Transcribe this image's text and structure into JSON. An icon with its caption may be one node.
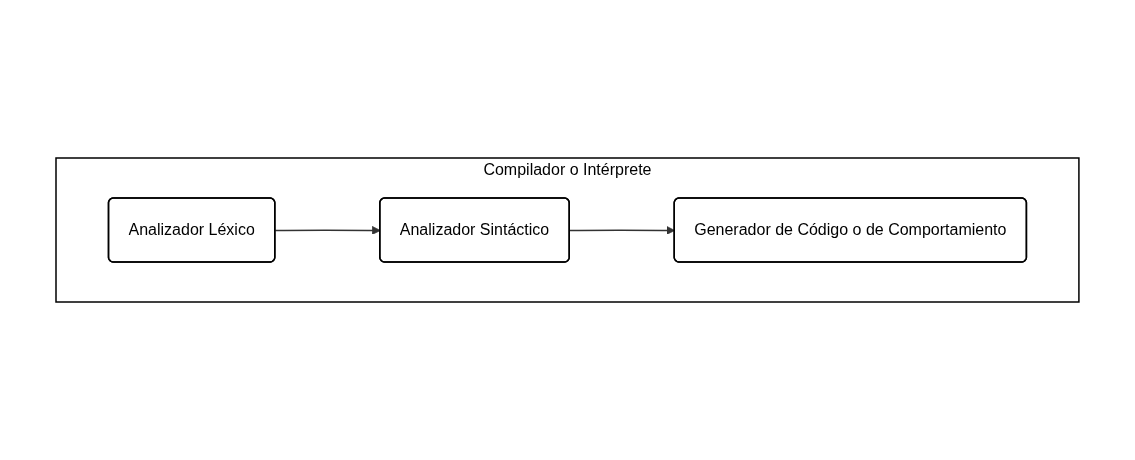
{
  "diagram": {
    "nodes": [
      {
        "text": [
          "Compilador o Intérprete"
        ]
      },
      {
        "text": [
          "Analizador Léxico"
        ],
        "in": 0
      },
      {
        "text": [
          "Analizador Sintáctico"
        ],
        "in": 0
      },
      {
        "text": [
          "Generador de Código o de Comportamiento"
        ],
        "in": 0
      }
    ],
    "edges": [
      {
        "from": 1,
        "to": 2,
        "arrow": "to"
      },
      {
        "from": 2,
        "to": 3,
        "arrow": "to"
      }
    ]
  }
}
